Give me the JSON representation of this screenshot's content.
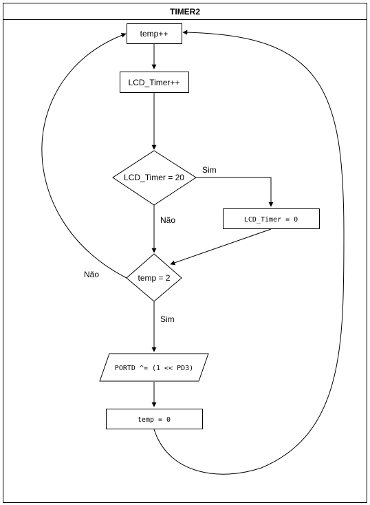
{
  "diagram": {
    "title": "TIMER2",
    "nodes": {
      "temp_inc": "temp++",
      "lcd_inc": "LCD_Timer++",
      "lcd_check": "LCD_Timer = 20",
      "lcd_reset": "LCD_Timer = 0",
      "temp_check": "temp = 2",
      "toggle_portd": "PORTD ^= (1 << PD3)",
      "temp_reset": "temp = 0"
    },
    "edge_labels": {
      "lcd_yes": "Sim",
      "lcd_no": "Não",
      "temp_no": "Não",
      "temp_yes": "Sim"
    }
  }
}
